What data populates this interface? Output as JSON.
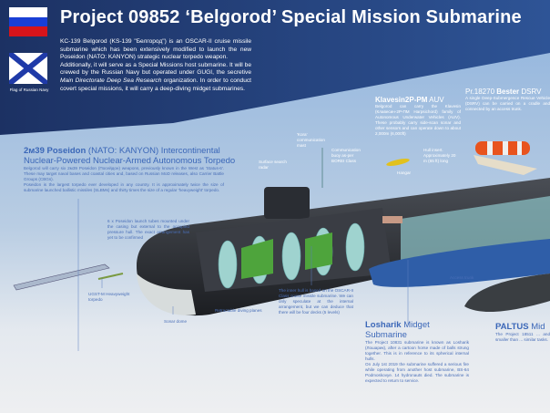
{
  "title": "Project 09852 ‘Belgorod’ Special Mission Submarine",
  "intro": {
    "p1": "KC-139 Belgorod (KS-139 \"Белгород\") is an OSCAR-II cruise missile submarine which has been extensively modified to launch the new Poseidon (NATO: KANYON) strategic nuclear torpedo weapon.",
    "p2a": "Additionally, it will serve as a Special Missions host submarine. It will be crewed by the Russian Navy but operated under GUGI, the secretive ",
    "p2i": "Main Directorate Deep Sea Research",
    "p2b": " organization. In order to conduct covert special missions, it will carry a deep-diving midget submarines."
  },
  "flags": {
    "navy_caption": "Flag of Russian Navy"
  },
  "poseidon": {
    "title_bold": "2м39 Poseidon",
    "title_rest": " (NATO: KANYON) Intercontinental",
    "title_line2": "Nuclear-Powered Nuclear-Armed Autonomous Torpedo",
    "p1": "Belgorod will carry six 2м39 Poseidon (Посейдон) weapons, previously known in the West as 'Status-6'. These may target naval bases and coastal cities and, based on Russian MoD releases, also Carrier Battle Groups (CBGs).",
    "p2": "Poseidon is the largest torpedo ever developed in any country. It is approximately twice the size of submarine launched ballistic missiles (SLBMs) and thirty times the size of a regular 'heavyweight' torpedo."
  },
  "klavesin": {
    "title_bold": "Klavesin2P-PM",
    "title_rest": " AUV",
    "text": "Belgorod can carry the Klavesin (Клавесин-2Р-ПМ Harpsichord) family of Autonomous Underwater Vehicles (AUV). These probably carry side-scan sonar and other sensors and can operate down to about 2,000m (6,000ft)"
  },
  "bester": {
    "title_pre": "Pr.18270 ",
    "title_bold": "Bester",
    "title_rest": " DSRV",
    "text": "A single Deep-Submergence Rescue Vehicle (DSRV) can be carried on a cradle and connected by an access trunk."
  },
  "losharik": {
    "title_bold": "Losharik",
    "title_rest": " Midget Submarine",
    "p1": "The Project 10831 submarine is known as Losharik (Лошарик), after a cartoon horse made of balls strung together. This is in reference to its spherical internal hulls.",
    "p2": "On July 1st 2019 the submarine suffered a serious fire while operating from another host submarine, BS-64 Podmoskovye. 14 hydronauts died. The submarine is expected to return to service."
  },
  "paltus": {
    "title_bold": "PALTUS",
    "title_rest": " Mid",
    "text": "The Project 18511 ... and smaller than ... similar tasks."
  },
  "labels": {
    "tubes": "6 x Poseidon launch tubes mounted under the casing but external to the occupied pressure hull. The exact arrangement has yet to be confirmed",
    "radar": "Surface search radar",
    "kora": "'Kora' communication mast",
    "buoy": "Communication buoy as-per BOREI Class",
    "hangar": "Hangar",
    "hull_insert": "Hull insert. Approximately 20 m (65 ft) long",
    "ugst": "UGST-M Heavyweight torpedo",
    "sonar": "Sonar dome",
    "planes": "Retractable diving planes",
    "inner_hull": "The inner hull is based on the OSCAR-II Class cruise missile submarine. We can only speculate at the internal arrangement, but we can deduce that there will be four decks (5 levels)",
    "trunk": "Access trunk"
  }
}
